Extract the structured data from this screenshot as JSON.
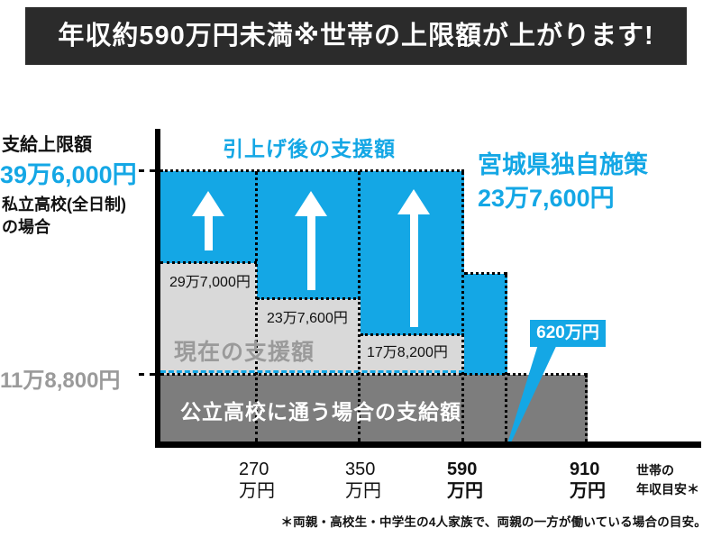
{
  "colors": {
    "accent_blue": "#14a7e5",
    "light_gray": "#d9d9d9",
    "dark_gray": "#7d7d7d",
    "gray_text": "#9a9a9a",
    "header_bg": "#2b2b2b"
  },
  "header": {
    "title": "年収約590万円未満※世帯の上限額が上がります!"
  },
  "left_axis": {
    "title": "支給上限額",
    "max_label": "39万6,000円",
    "max_sub_line1": "私立高校(全日制)",
    "max_sub_line2": "の場合",
    "public_level_label": "11万8,800円"
  },
  "chart": {
    "raised_badge": "引上げ後の支援額",
    "miyagi_line1": "宮城県独自施策",
    "miyagi_line2": "23万7,600円",
    "current_title": "現在の支援額",
    "current_amounts": [
      "29万7,000円",
      "23万7,600円",
      "17万8,200円"
    ],
    "public_title": "公立高校に通う場合の支給額",
    "callout_620": "620万円"
  },
  "x_axis": {
    "ticks": [
      {
        "value": "270",
        "unit": "万円",
        "bold": false
      },
      {
        "value": "350",
        "unit": "万円",
        "bold": false
      },
      {
        "value": "590",
        "unit": "万円",
        "bold": true
      },
      {
        "value": "910",
        "unit": "万円",
        "bold": true
      }
    ],
    "caption_line1": "世帯の",
    "caption_line2": "年収目安＊"
  },
  "footnote": "＊両親・高校生・中学生の4人家族で、両親の一方が働いている場合の目安。",
  "chart_data": {
    "type": "bar",
    "title": "年収約590万円未満※世帯の上限額が上がります!",
    "xlabel": "世帯の年収目安（万円）",
    "ylabel": "支給上限額（円）",
    "ylim": [
      0,
      396000
    ],
    "income_brackets": [
      "〜270万円",
      "270〜350万円",
      "350〜590万円",
      "590〜620万円",
      "620〜910万円"
    ],
    "series": [
      {
        "name": "引上げ後の支援額（私立高校・全日制）",
        "values": [
          396000,
          396000,
          396000,
          null,
          null
        ]
      },
      {
        "name": "現在の支援額",
        "values": [
          297000,
          237600,
          178200,
          null,
          null
        ]
      },
      {
        "name": "宮城県独自施策",
        "values": [
          null,
          null,
          null,
          237600,
          null
        ]
      },
      {
        "name": "公立高校に通う場合の支給額",
        "values": [
          118800,
          118800,
          118800,
          118800,
          118800
        ]
      }
    ],
    "annotations": [
      "620万円",
      "39万6,000円",
      "11万8,800円"
    ],
    "legend_position": "none",
    "grid": false
  }
}
